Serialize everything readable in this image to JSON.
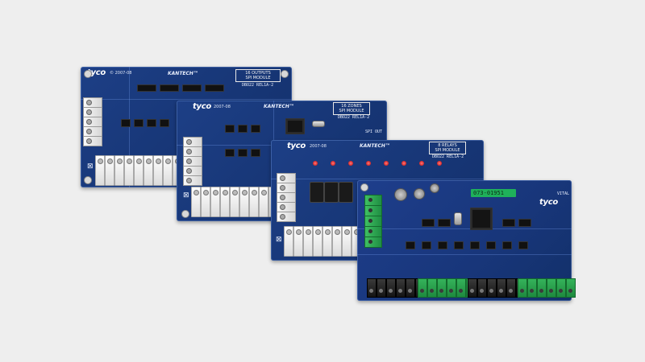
{
  "scene": {
    "description_free": true,
    "background_color": "#eeeeee"
  },
  "boards": [
    {
      "brand": "tyco",
      "year": "© 2007-08",
      "maker": "KANTECH™",
      "module_label": "16 OUTPUTS\nSPI MODULE",
      "revision": "DBO22 REL1A-2"
    },
    {
      "brand": "tyco",
      "year": "2007-08",
      "maker": "KANTECH™",
      "module_label": "16 ZONES\nSPI MODULE",
      "revision": "DBO22 REL1A-2",
      "port_label": "SPI OUT"
    },
    {
      "brand": "tyco",
      "year": "2007-08",
      "maker": "KANTECH™",
      "module_label": "8 RELAYS\nSPI MODULE",
      "revision": "DBO22 REL1A-2"
    },
    {
      "brand": "tyco",
      "serial": "073-01951",
      "label_small": "VITAL"
    }
  ],
  "icons": {
    "recycle": "weee-bin-icon"
  }
}
